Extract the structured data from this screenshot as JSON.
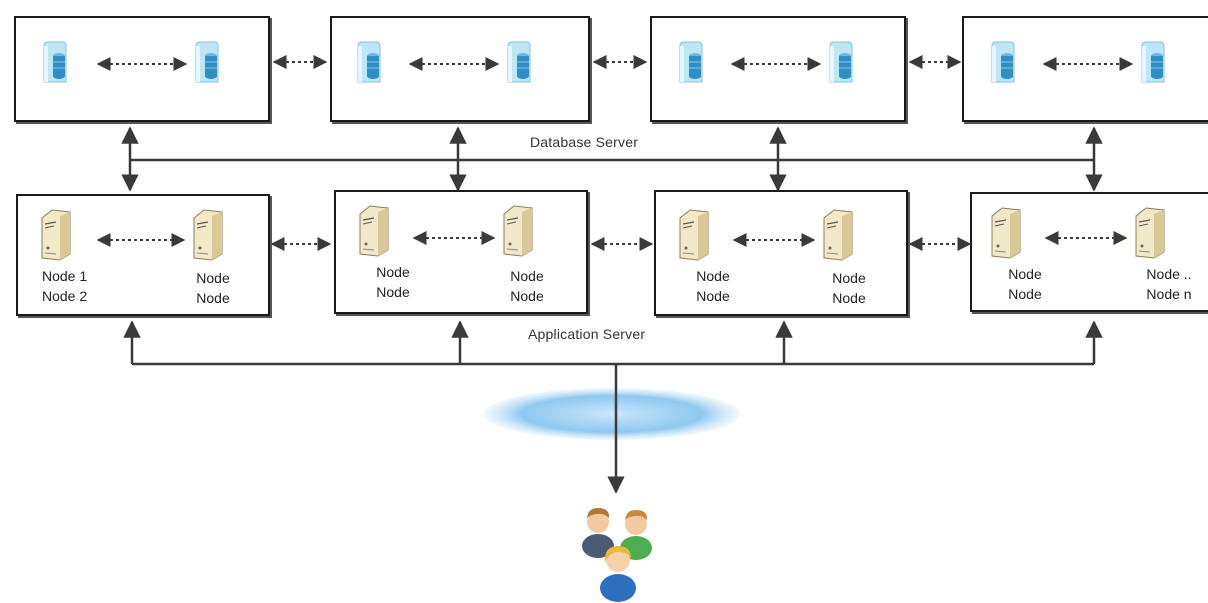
{
  "labels": {
    "database_server": "Database Server",
    "application_server": "Application Server"
  },
  "app_boxes": [
    {
      "left_line1": "Node 1",
      "left_line2": "Node 2",
      "right_line1": "Node",
      "right_line2": "Node"
    },
    {
      "left_line1": "Node",
      "left_line2": "Node",
      "right_line1": "Node",
      "right_line2": "Node"
    },
    {
      "left_line1": "Node",
      "left_line2": "Node",
      "right_line1": "Node",
      "right_line2": "Node"
    },
    {
      "left_line1": "Node",
      "left_line2": "Node",
      "right_line1": "Node ..",
      "right_line2": "Node n"
    }
  ],
  "colors": {
    "line": "#3a3a3a",
    "box_border": "#1a1a1a",
    "db_cylinder": "#2f8fc4",
    "db_shell": "#bfe6f5",
    "server_body": "#f3e9c8",
    "cloud": "#8fc8f0",
    "user_green": "#4caf50",
    "user_blue": "#2f6fc0"
  },
  "icons": {
    "database": "database-server-icon",
    "app_server": "app-server-icon",
    "network": "network-cloud-icon",
    "users": "users-group-icon"
  }
}
